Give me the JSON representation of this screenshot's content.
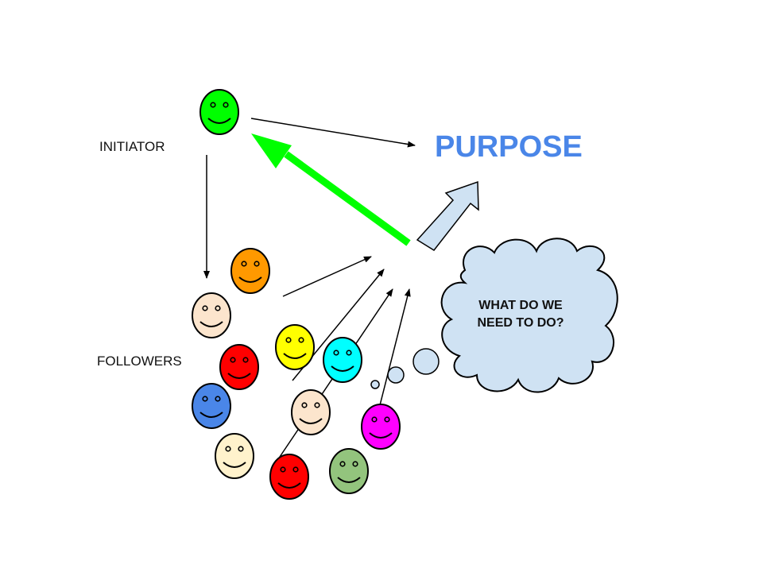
{
  "labels": {
    "initiator": "INITIATOR",
    "followers": "FOLLOWERS",
    "purpose": "PURPOSE",
    "thought_line1": "WHAT DO WE",
    "thought_line2": "NEED TO DO?"
  },
  "colors": {
    "purpose_text": "#4a86e8",
    "green_arrow": "#00ff00",
    "block_arrow_fill": "#cfe2f3",
    "cloud_fill": "#cfe2f3",
    "outline": "#000000"
  },
  "faces": [
    {
      "role": "initiator",
      "color": "#00ff00"
    },
    {
      "role": "follower",
      "color": "#ff9900"
    },
    {
      "role": "follower",
      "color": "#fce5cd"
    },
    {
      "role": "follower",
      "color": "#ffff00"
    },
    {
      "role": "follower",
      "color": "#ff0000"
    },
    {
      "role": "follower",
      "color": "#00ffff"
    },
    {
      "role": "follower",
      "color": "#4a86e8"
    },
    {
      "role": "follower",
      "color": "#fce5cd"
    },
    {
      "role": "follower",
      "color": "#ff00ff"
    },
    {
      "role": "follower",
      "color": "#fff2cc"
    },
    {
      "role": "follower",
      "color": "#ff0000"
    },
    {
      "role": "follower",
      "color": "#93c47d"
    }
  ]
}
